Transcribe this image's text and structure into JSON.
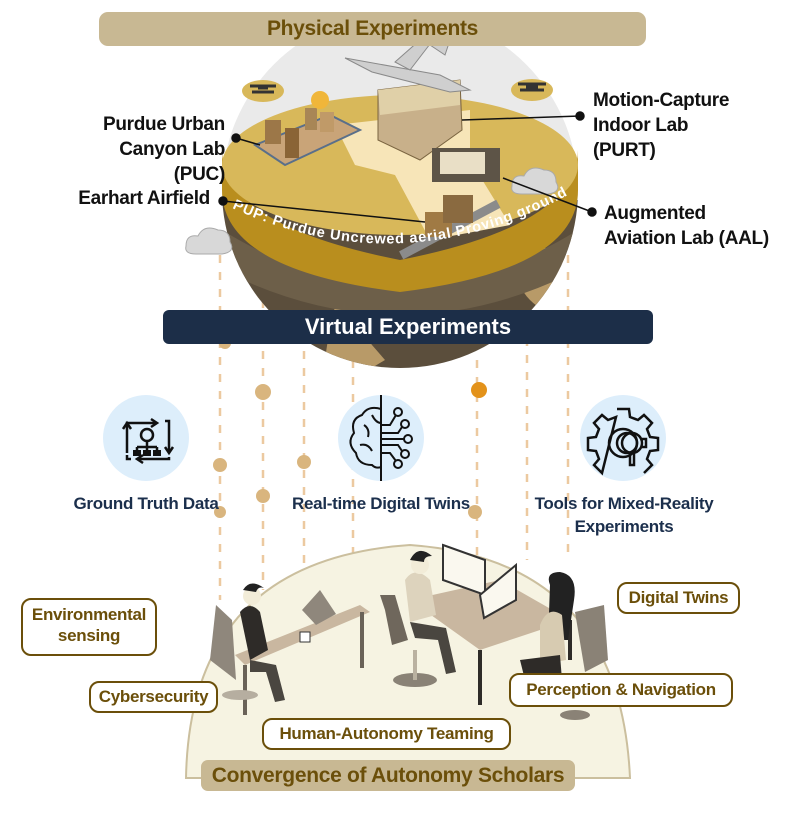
{
  "colors": {
    "gold_banner": "#c8b893",
    "gold_text": "#6b4f0a",
    "navy_banner": "#1c2e48",
    "navy_text": "#1b2f4c",
    "icon_bg": "#ddeefb",
    "dash_line": "#ecc9a0",
    "dot_tan": "#d9b57e",
    "dot_orange": "#e3921a",
    "ring_band": "#b98e1e",
    "platform_top": "#d8b85a",
    "earth_dark": "#5b4e3c",
    "earth_land": "#b89a68",
    "floor": "#f6f3e2"
  },
  "header": {
    "title": "Physical Experiments"
  },
  "globe": {
    "ring_text": "PUP: Purdue Uncrewed aerial Proving ground",
    "sites": [
      {
        "id": "puc",
        "lines": [
          "Purdue Urban",
          "Canyon Lab (PUC)"
        ]
      },
      {
        "id": "earhart",
        "lines": [
          "Earhart Airfield"
        ]
      },
      {
        "id": "purt",
        "lines": [
          "Motion-Capture",
          "Indoor Lab",
          "(PURT)"
        ]
      },
      {
        "id": "aal",
        "lines": [
          "Augmented",
          "Aviation Lab (AAL)"
        ]
      }
    ]
  },
  "virtual": {
    "title": "Virtual Experiments",
    "features": [
      {
        "icon": "workflow-gear-icon",
        "lines": [
          "Ground Truth Data"
        ]
      },
      {
        "icon": "brain-circuit-icon",
        "lines": [
          "Real-time Digital Twins"
        ]
      },
      {
        "icon": "gear-magnifier-icon",
        "lines": [
          "Tools for Mixed-Reality",
          "Experiments"
        ]
      }
    ]
  },
  "scholars": {
    "title": "Convergence of Autonomy Scholars",
    "topics": [
      {
        "lines": [
          "Environmental",
          "sensing"
        ]
      },
      {
        "lines": [
          "Cybersecurity"
        ]
      },
      {
        "lines": [
          "Human-Autonomy Teaming"
        ]
      },
      {
        "lines": [
          "Digital Twins"
        ]
      },
      {
        "lines": [
          "Perception & Navigation"
        ]
      }
    ]
  }
}
